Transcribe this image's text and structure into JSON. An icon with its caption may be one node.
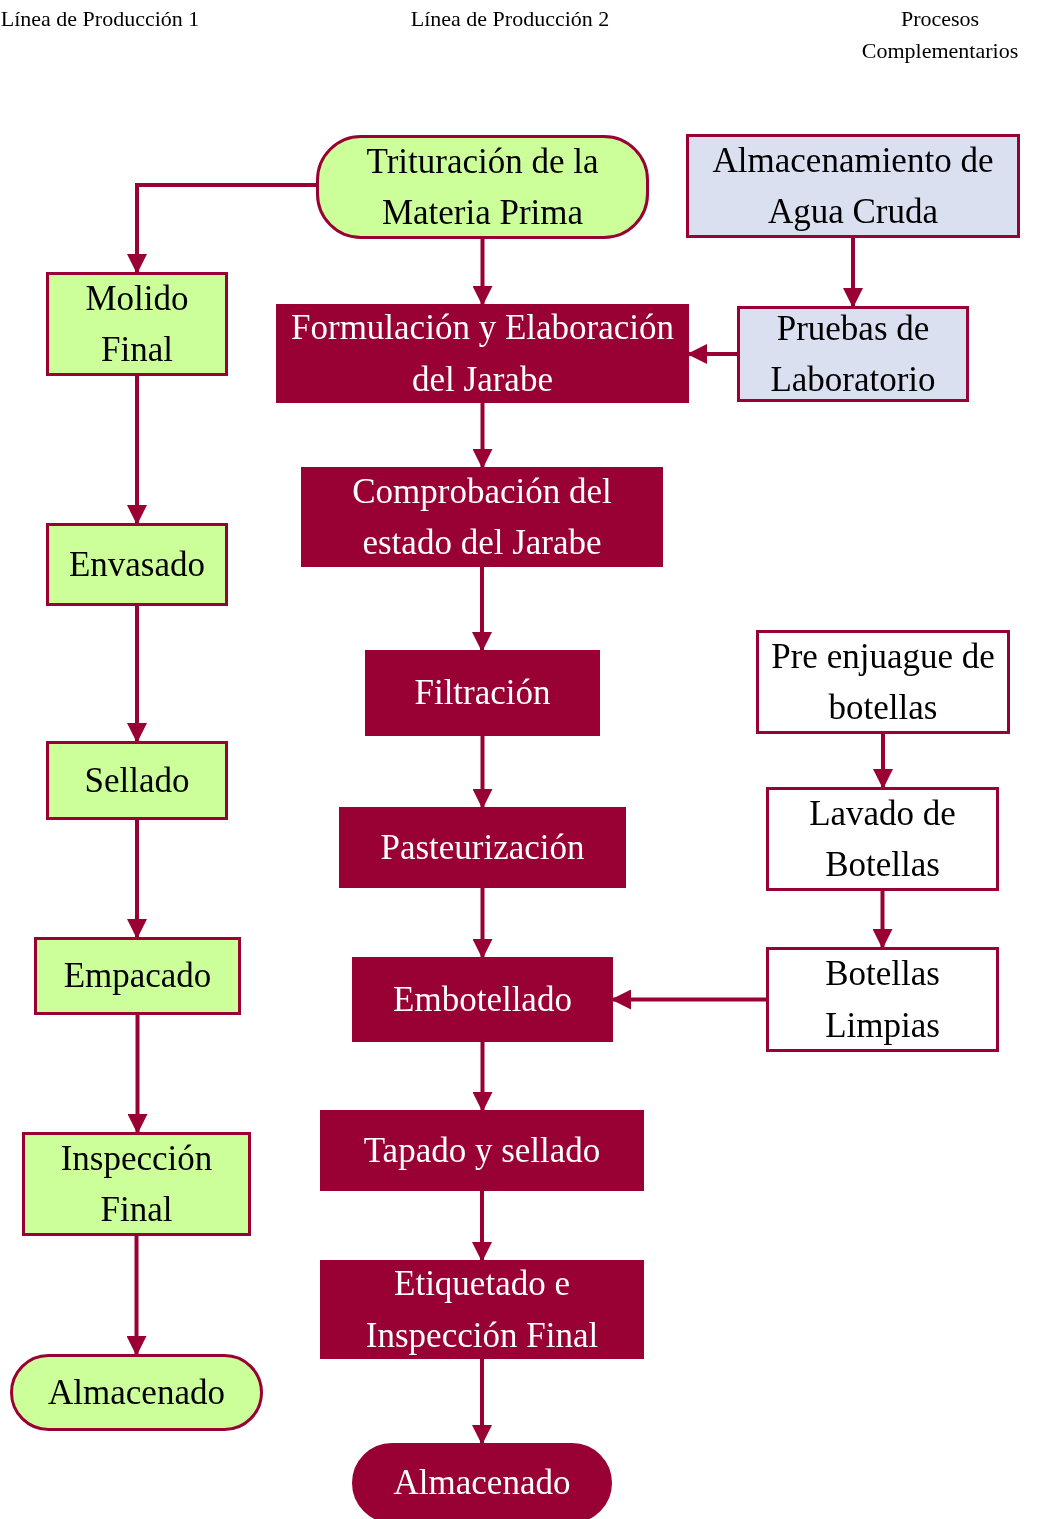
{
  "diagram": {
    "nodes": [
      {
        "text": [
          "Trituración de la Materia Prima"
        ]
      },
      {
        "text": [
          "Almacenamiento de Agua Cruda"
        ]
      },
      {
        "text": [
          "Molido Final"
        ]
      },
      {
        "text": [
          "Formulación y Elaboración del Jarabe"
        ]
      },
      {
        "text": [
          "Pruebas de Laboratorio"
        ]
      },
      {
        "text": [
          "Envasado"
        ]
      },
      {
        "text": [
          "Comprobación del estado del Jarabe"
        ]
      },
      {
        "text": [
          "Filtración"
        ]
      },
      {
        "text": [
          "Pre enjuague de botellas"
        ]
      },
      {
        "text": [
          "Sellado"
        ]
      },
      {
        "text": [
          "Pasteurización"
        ]
      },
      {
        "text": [
          "Lavado de Botellas"
        ]
      },
      {
        "text": [
          "Empacado"
        ]
      },
      {
        "text": [
          "Embotellado"
        ]
      },
      {
        "text": [
          "Botellas Limpias"
        ]
      },
      {
        "text": [
          "Inspección Final"
        ]
      },
      {
        "text": [
          "Tapado y sellado"
        ]
      },
      {
        "text": [
          "Almacenado"
        ]
      },
      {
        "text": [
          "Etiquetado e Inspección Final"
        ]
      },
      {
        "text": [
          "Almacenado"
        ]
      }
    ],
    "edges": [
      {
        "from": 0,
        "to": 2,
        "arrow": "to"
      },
      {
        "from": 0,
        "to": 3,
        "arrow": "to"
      },
      {
        "from": 1,
        "to": 4,
        "arrow": "to"
      },
      {
        "from": 4,
        "to": 3,
        "arrow": "to"
      },
      {
        "from": 2,
        "to": 5,
        "arrow": "to"
      },
      {
        "from": 3,
        "to": 6,
        "arrow": "to"
      },
      {
        "from": 5,
        "to": 9,
        "arrow": "to"
      },
      {
        "from": 6,
        "to": 7,
        "arrow": "to"
      },
      {
        "from": 7,
        "to": 10,
        "arrow": "to"
      },
      {
        "from": 8,
        "to": 11,
        "arrow": "to"
      },
      {
        "from": 9,
        "to": 12,
        "arrow": "to"
      },
      {
        "from": 10,
        "to": 13,
        "arrow": "to"
      },
      {
        "from": 11,
        "to": 14,
        "arrow": "to"
      },
      {
        "from": 14,
        "to": 13,
        "arrow": "to"
      },
      {
        "from": 12,
        "to": 15,
        "arrow": "to"
      },
      {
        "from": 13,
        "to": 16,
        "arrow": "to"
      },
      {
        "from": 15,
        "to": 17,
        "arrow": "to"
      },
      {
        "from": 16,
        "to": 18,
        "arrow": "to"
      },
      {
        "from": 18,
        "to": 19,
        "arrow": "to"
      }
    ],
    "labels": [
      "Línea de Producción 1",
      "Línea de Producción 2",
      "Procesos Complementarios"
    ]
  }
}
